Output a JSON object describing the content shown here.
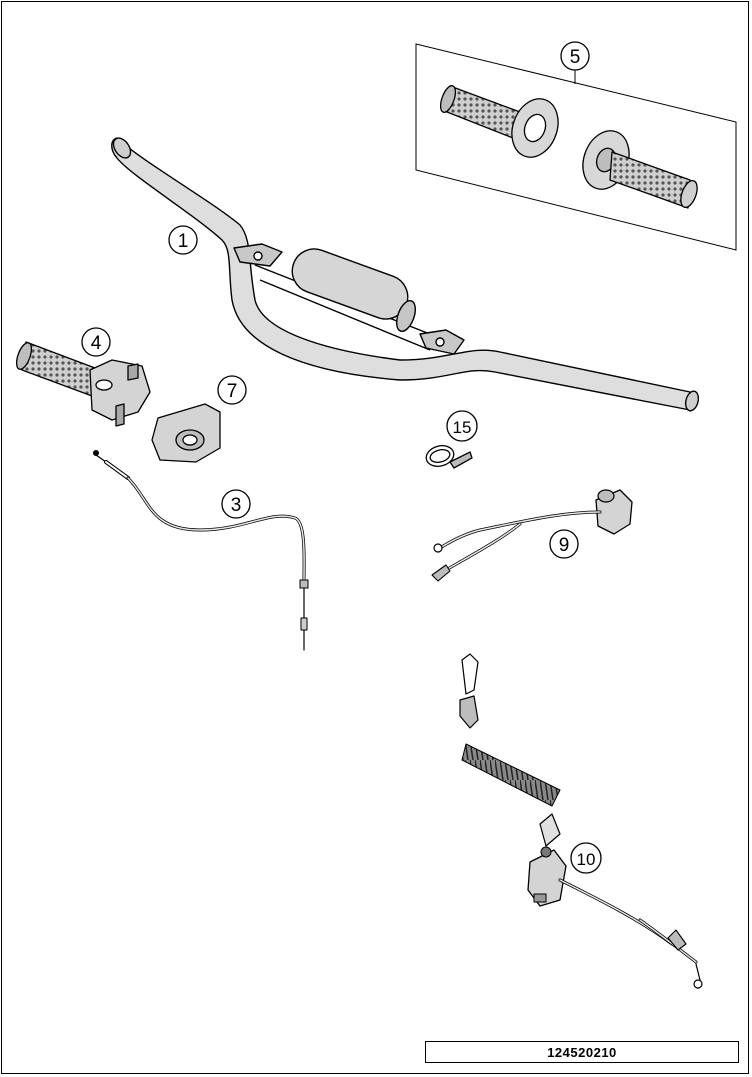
{
  "document": {
    "reference_number": "124520210"
  },
  "callouts": [
    {
      "id": "handlebar",
      "label": "1"
    },
    {
      "id": "throttle-cable",
      "label": "3"
    },
    {
      "id": "throttle-grip-assembly",
      "label": "4"
    },
    {
      "id": "grip-set",
      "label": "5"
    },
    {
      "id": "throttle-cover",
      "label": "7"
    },
    {
      "id": "kill-switch",
      "label": "9"
    },
    {
      "id": "brake-lever-assembly",
      "label": "10"
    },
    {
      "id": "cable-tie",
      "label": "15"
    }
  ],
  "colors": {
    "line": "#000000",
    "part_fill": "#dcdcdc",
    "part_shade": "#b4b4b4",
    "panel_fill": "#ffffff"
  }
}
